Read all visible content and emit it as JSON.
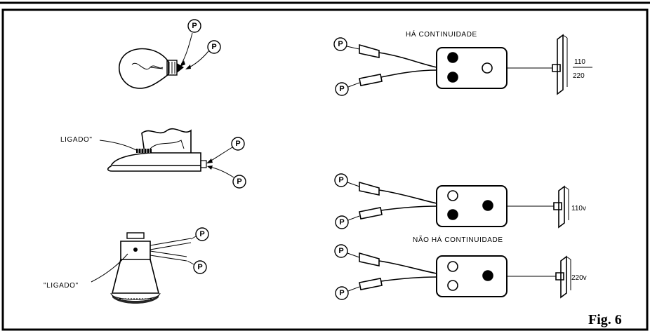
{
  "probe_label": "P",
  "labels": {
    "iron_on": "LIGADO\"",
    "socket_on": "\"LIGADO\"",
    "continuity": "HÁ CONTINUIDADE",
    "no_continuity": "NÃO HÁ CONTINUIDADE",
    "fig": "Fig. 6"
  },
  "voltages": {
    "v1_top": "110",
    "v1_bottom": "220",
    "v2": "110v",
    "v3": "220v"
  },
  "testers": [
    {
      "id": "tester-continuity",
      "leds": [
        "filled",
        "filled",
        "hollow"
      ]
    },
    {
      "id": "tester-no-continuity-110",
      "leds": [
        "hollow",
        "filled",
        "filled"
      ]
    },
    {
      "id": "tester-no-continuity-220",
      "leds": [
        "hollow",
        "hollow",
        "filled"
      ]
    }
  ]
}
